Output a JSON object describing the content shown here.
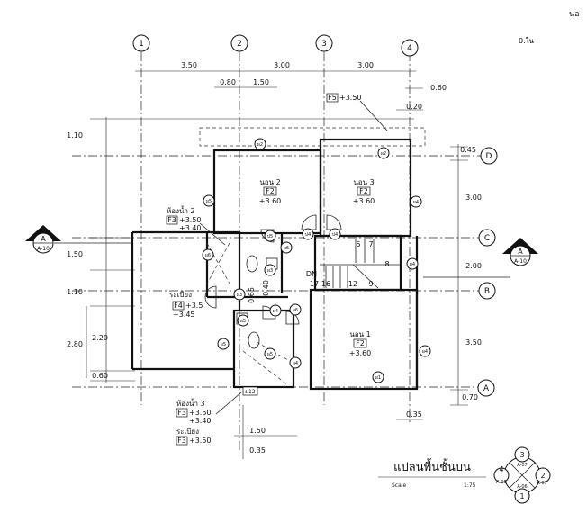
{
  "grid": {
    "columns": [
      "1",
      "2",
      "3",
      "4"
    ],
    "rows": [
      "D",
      "C",
      "B",
      "A"
    ]
  },
  "dims": {
    "top1": "3.50",
    "top2": "3.00",
    "top3": "3.00",
    "top_sub1": "0.80",
    "top_sub2": "1.50",
    "top_right": "0.60",
    "right_a": "0.45",
    "right_b": "3.00",
    "right_c": "2.00",
    "right_d": "3.50",
    "right_e": "0.70",
    "right_top": "0.20",
    "left_a": "1.10",
    "left_b": "1.50",
    "left_c": "1.10",
    "left_d": "2.80",
    "left_e": "2.20",
    "left_f": "0.60",
    "inner_a": "0.65",
    "inner_b": "0.40",
    "bottom_a": "0.35",
    "bottom_b": "1.50",
    "bottom_c": "0.35"
  },
  "rooms": {
    "bed2": "นอน 2",
    "bed3": "นอน 3",
    "bed1": "นอน 1",
    "floor_code": "F2",
    "level": "+3.60",
    "dn": "DN"
  },
  "labels": {
    "roof_tag": "F5",
    "roof_level": "+3.50",
    "bath2": "ห้องน้ำ 2",
    "bath2_code": "F3",
    "bath2_l1": "+3.50",
    "bath2_l2": "+3.40",
    "balcony1": "ระเบียง",
    "balcony1_code": "F4",
    "balcony1_l1": "+3.5",
    "balcony1_l2": "+3.45",
    "bath3": "ห้องน้ำ 3",
    "bath3_code": "F3",
    "bath3_l1": "+3.50",
    "bath3_l2": "+3.40",
    "balcony2": "ระเบียง",
    "balcony2_code": "F3",
    "balcony2_l1": "+3.50",
    "corner_note": "0.ใน",
    "top_corner": "นอ"
  },
  "wall_tags": [
    "ผ2",
    "ผ2",
    "ผ5",
    "ผ4",
    "ผ6",
    "ผ6",
    "ผ3",
    "ผ4",
    "ผ3",
    "ผ4",
    "ผ6",
    "ผ5",
    "ผ5",
    "ผ5",
    "ผ4",
    "ผ4",
    "ผ4",
    "ผ1",
    "ผ3",
    "ผ6",
    "ผ12"
  ],
  "door_tags": [
    "ป4",
    "ป4",
    "ป5"
  ],
  "stairs": [
    "5",
    "7",
    "8",
    "17",
    "16",
    "12",
    "9"
  ],
  "section_marks": {
    "left_letter": "A",
    "left_ref": "A-10",
    "right_letter": "A",
    "right_ref": "A-10"
  },
  "title": {
    "main": "แปลนพื้นชั้นบน",
    "scale_label": "Scale",
    "scale_value": "1:75"
  },
  "key_plan": {
    "n": "3",
    "n_ref": "A-07",
    "e": "2",
    "e_ref": "A-07",
    "s": "1",
    "s_ref": "A-06",
    "w": "4",
    "w_ref": "A-06"
  }
}
